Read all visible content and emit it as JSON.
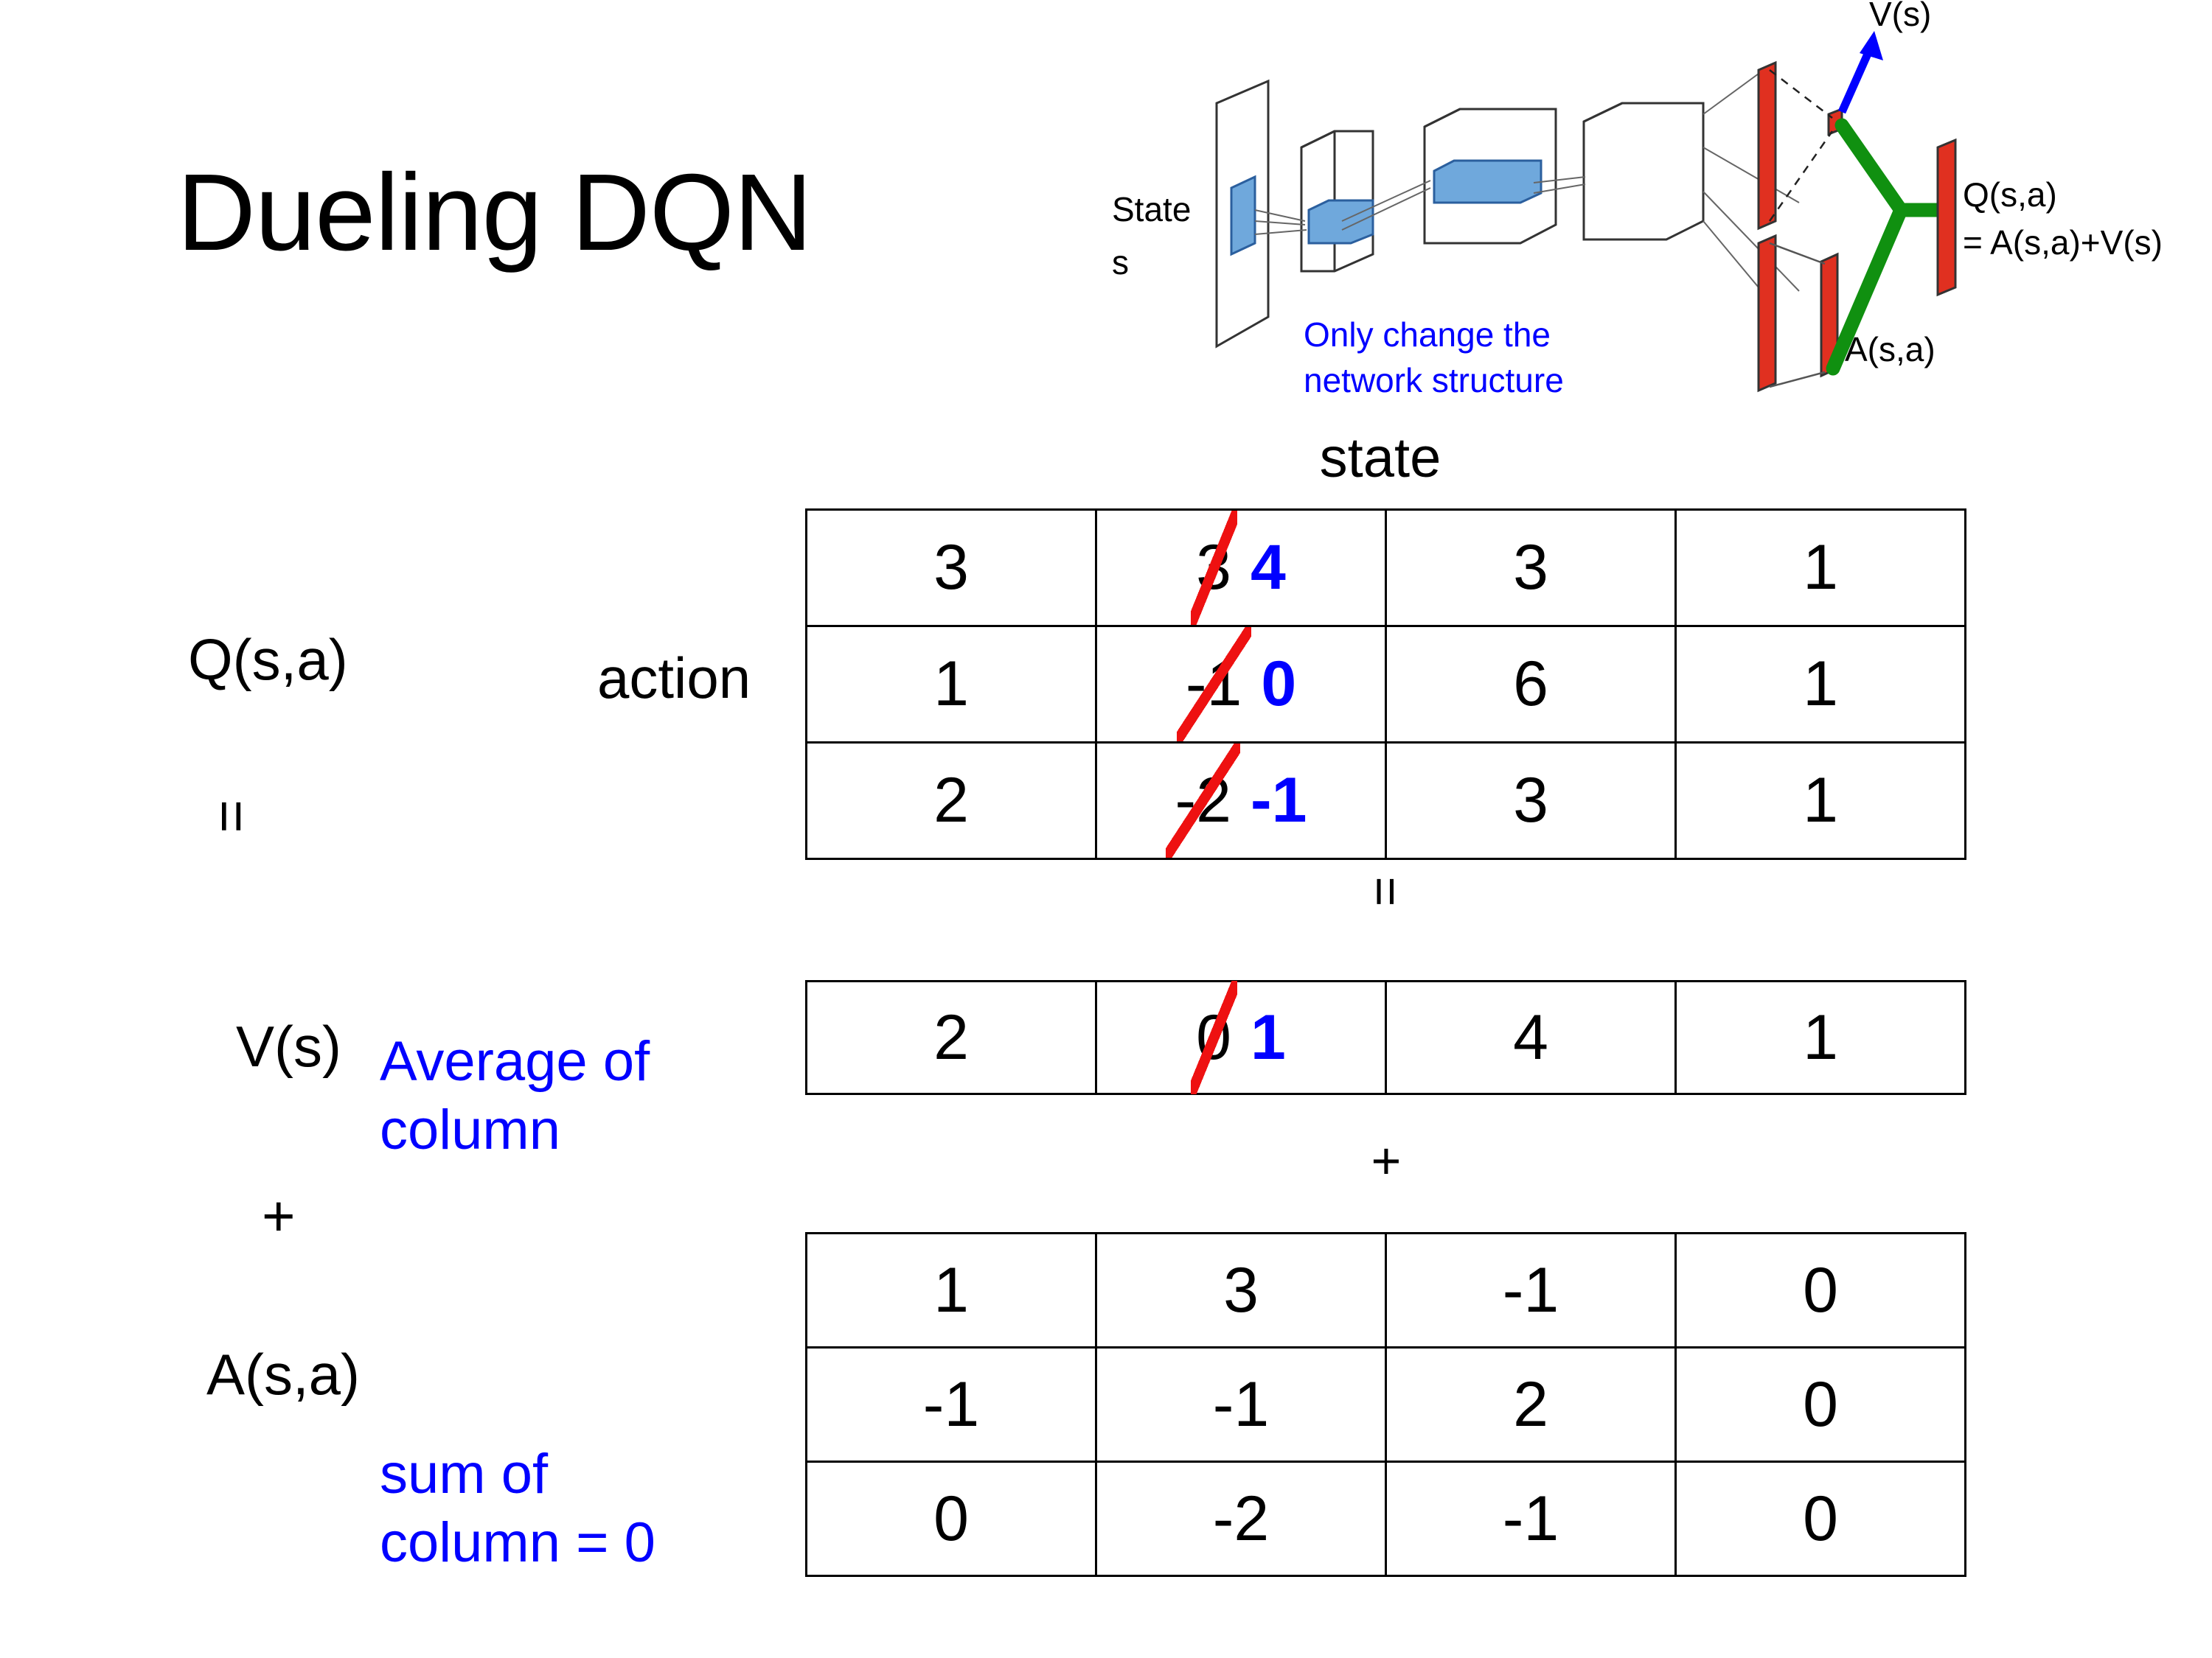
{
  "title": "Dueling DQN",
  "diagram": {
    "input_label_line1": "State",
    "input_label_line2": "s",
    "note": "Only change the\nnetwork structure",
    "value_stream_label": "V(s)",
    "advantage_stream_label": "A(s,a)",
    "output_label_line1": "Q(s,a)",
    "output_label_line2": "= A(s,a)+V(s)",
    "colors": {
      "note": "#0000ff",
      "arrow": "#0000ff",
      "bar": "#e03020",
      "merge": "#109010",
      "conv": "#6fa8dc"
    }
  },
  "labels": {
    "q": "Q(s,a)",
    "v": "V(s)",
    "a": "A(s,a)",
    "action": "action",
    "state": "state",
    "equals_1": "=",
    "equals_2": "=",
    "plus_1": "+",
    "plus_2": "+",
    "note_average": "Average of\ncolumn",
    "note_sum": "sum of\ncolumn = 0"
  },
  "colors": {
    "edit_new": "#0000ff",
    "strike": "#ee1111",
    "text": "#000000",
    "note": "#0000ff"
  },
  "chart_data": {
    "type": "table",
    "title": "Dueling DQN decomposition Q(s,a) = V(s) + A(s,a)",
    "column_axis": "state",
    "row_axis": "action",
    "tables": [
      {
        "name": "Q(s,a)",
        "rows": [
          [
            {
              "value": "3"
            },
            {
              "value": "3",
              "struck": true,
              "new_value": "4"
            },
            {
              "value": "3"
            },
            {
              "value": "1"
            }
          ],
          [
            {
              "value": "1"
            },
            {
              "value": "-1",
              "struck": true,
              "new_value": "0"
            },
            {
              "value": "6"
            },
            {
              "value": "1"
            }
          ],
          [
            {
              "value": "2"
            },
            {
              "value": "-2",
              "struck": true,
              "new_value": "-1"
            },
            {
              "value": "3"
            },
            {
              "value": "1"
            }
          ]
        ]
      },
      {
        "name": "V(s)",
        "rows": [
          [
            {
              "value": "2"
            },
            {
              "value": "0",
              "struck": true,
              "new_value": "1"
            },
            {
              "value": "4"
            },
            {
              "value": "1"
            }
          ]
        ]
      },
      {
        "name": "A(s,a)",
        "rows": [
          [
            {
              "value": "1"
            },
            {
              "value": "3"
            },
            {
              "value": "-1"
            },
            {
              "value": "0"
            }
          ],
          [
            {
              "value": "-1"
            },
            {
              "value": "-1"
            },
            {
              "value": "2"
            },
            {
              "value": "0"
            }
          ],
          [
            {
              "value": "0"
            },
            {
              "value": "-2"
            },
            {
              "value": "-1"
            },
            {
              "value": "0"
            }
          ]
        ]
      }
    ]
  }
}
